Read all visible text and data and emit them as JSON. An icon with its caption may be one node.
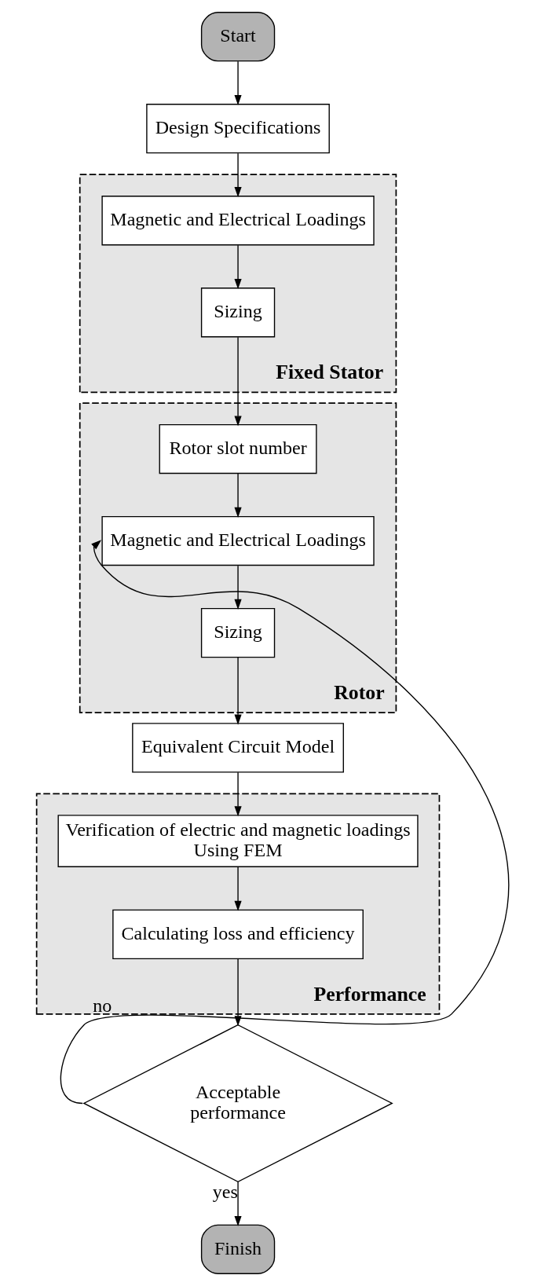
{
  "diagram": {
    "nodes": [
      {
        "text": [
          "Start"
        ]
      },
      {
        "text": [
          "Design Specifications"
        ]
      },
      {
        "text": [
          "Fixed Stator"
        ]
      },
      {
        "text": [
          "Magnetic and Electrical Loadings"
        ],
        "in": 2
      },
      {
        "text": [
          "Sizing"
        ],
        "in": 2
      },
      {
        "text": [
          "Rotor"
        ]
      },
      {
        "text": [
          "Rotor slot number"
        ],
        "in": 5
      },
      {
        "text": [
          "Magnetic and Electrical Loadings"
        ],
        "in": 5
      },
      {
        "text": [
          "Sizing"
        ],
        "in": 5
      },
      {
        "text": [
          "Equivalent Circuit Model"
        ]
      },
      {
        "text": [
          "Performance"
        ]
      },
      {
        "text": [
          "Verification of electric and magnetic loadings Using FEM"
        ],
        "in": 10
      },
      {
        "text": [
          "Calculating loss and efficiency"
        ],
        "in": 10
      },
      {
        "text": [
          "Acceptable performance"
        ]
      },
      {
        "text": [
          "Finish"
        ]
      }
    ],
    "edges": [
      {
        "from": 0,
        "to": 1,
        "arrow": "to"
      },
      {
        "from": 1,
        "to": 3,
        "arrow": "to"
      },
      {
        "from": 3,
        "to": 4,
        "arrow": "to"
      },
      {
        "from": 4,
        "to": 6,
        "arrow": "to"
      },
      {
        "from": 6,
        "to": 7,
        "arrow": "to"
      },
      {
        "from": 7,
        "to": 8,
        "arrow": "to"
      },
      {
        "from": 8,
        "to": 9,
        "arrow": "to"
      },
      {
        "from": 9,
        "to": 11,
        "arrow": "to"
      },
      {
        "from": 11,
        "to": 12,
        "arrow": "to"
      },
      {
        "from": 12,
        "to": 13,
        "arrow": "to"
      },
      {
        "from": 13,
        "to": 7,
        "arrow": "to",
        "label": "no"
      },
      {
        "from": 13,
        "to": 14,
        "arrow": "to",
        "label": "yes"
      }
    ]
  }
}
